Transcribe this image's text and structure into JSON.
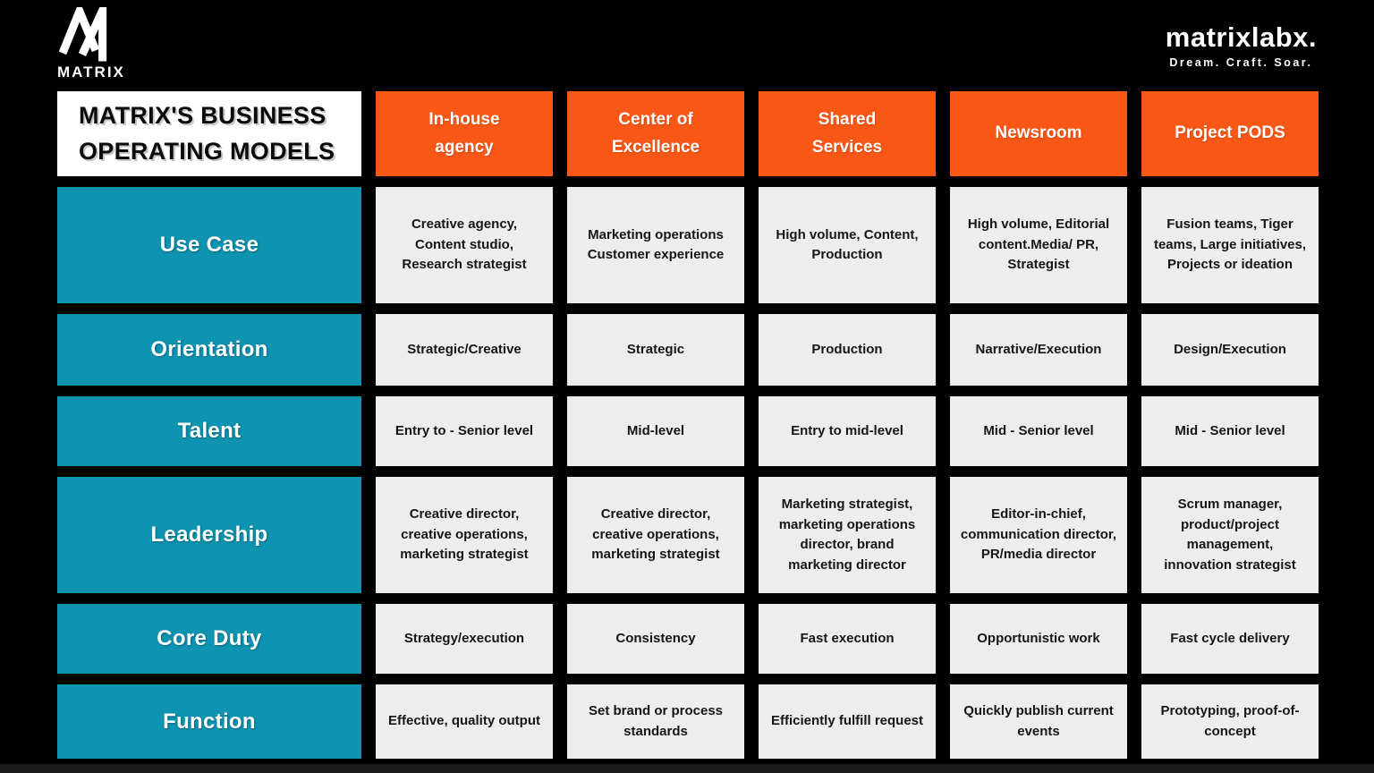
{
  "brand": {
    "logo_text": "MATRIX",
    "wordmark": "matrixlabx.",
    "tagline": "Dream. Craft. Soar."
  },
  "table": {
    "title": "MATRIX'S BUSINESS OPERATING MODELS",
    "title_lines": [
      "MATRIX'S BUSINESS",
      "OPERATING MODELS"
    ],
    "columns": [
      "In-house agency",
      "Center of Excellence",
      "Shared Services",
      "Newsroom",
      "Project PODS"
    ],
    "rows": [
      {
        "label": "Use Case",
        "cells": [
          "Creative agency, Content studio, Research strategist",
          "Marketing operations Customer experience",
          "High volume, Content, Production",
          "High volume, Editorial content.Media/ PR, Strategist",
          "Fusion teams, Tiger teams, Large initiatives, Projects or ideation"
        ]
      },
      {
        "label": "Orientation",
        "cells": [
          "Strategic/Creative",
          "Strategic",
          "Production",
          "Narrative/Execution",
          "Design/Execution"
        ]
      },
      {
        "label": "Talent",
        "cells": [
          "Entry to - Senior level",
          "Mid-level",
          "Entry to mid-level",
          "Mid - Senior level",
          "Mid - Senior level"
        ]
      },
      {
        "label": "Leadership",
        "cells": [
          "Creative director, creative operations, marketing strategist",
          "Creative director, creative operations, marketing strategist",
          "Marketing strategist, marketing operations director, brand marketing director",
          "Editor-in-chief, communication director, PR/media director",
          "Scrum manager, product/project management, innovation strategist"
        ]
      },
      {
        "label": "Core Duty",
        "cells": [
          "Strategy/execution",
          "Consistency",
          "Fast execution",
          "Opportunistic work",
          "Fast cycle delivery"
        ]
      },
      {
        "label": "Function",
        "cells": [
          "Effective, quality output",
          "Set brand or process standards",
          "Efficiently fulfill request",
          "Quickly publish current events",
          "Prototyping, proof-of-concept"
        ]
      }
    ]
  },
  "colors": {
    "page_bg": "#000000",
    "header_bg": "#F95716",
    "row_label_bg": "#0E93B0",
    "cell_bg": "#EDEDED",
    "title_bg": "#FFFFFF"
  }
}
